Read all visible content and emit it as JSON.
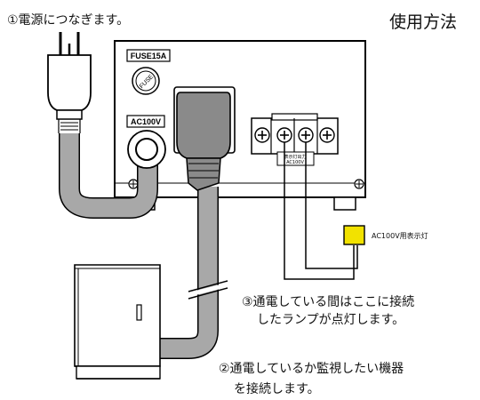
{
  "title": "使用方法",
  "steps": {
    "step1": "①電源につなぎます。",
    "step3_line1": "③通電している間はここに接続",
    "step3_line2": "したランプが点灯します。",
    "step2_line1": "②通電しているか監視したい機器",
    "step2_line2": "を接続します。"
  },
  "panel": {
    "fuse_label": "FUSE15A",
    "fuse_cap_text": "FUSE",
    "inlet_label": "AC100V",
    "terminal_label_line1": "表示灯出力",
    "terminal_label_line2": "AC100V"
  },
  "lamp": {
    "label": "AC100V用表示灯",
    "color": "#f2e200"
  }
}
